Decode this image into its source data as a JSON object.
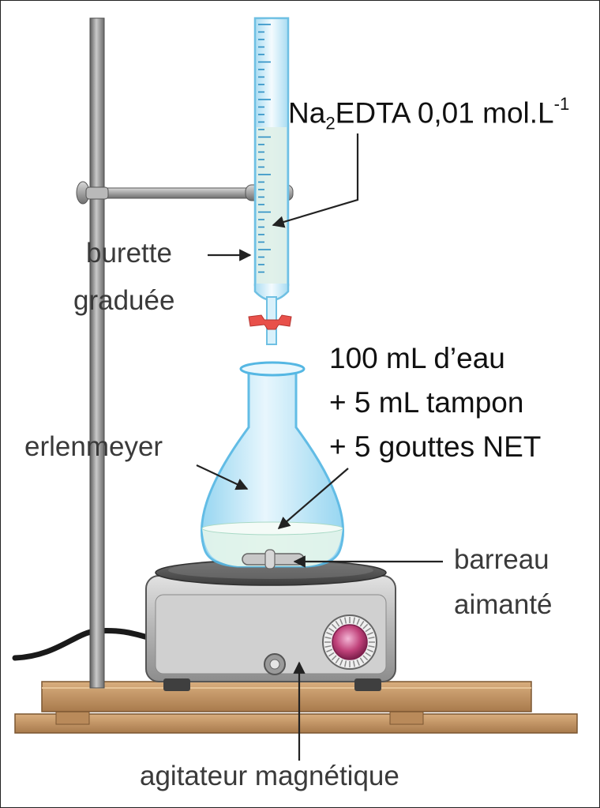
{
  "labels": {
    "reagent": {
      "pre": "Na",
      "sub": "2",
      "mid": "EDTA 0,01 mol.L",
      "sup": "-1"
    },
    "burette_line1": "burette",
    "burette_line2": "graduée",
    "solution_line1": "100 mL d’eau",
    "solution_line2": "+ 5 mL tampon",
    "solution_line3": "+ 5 gouttes NET",
    "erlenmeyer": "erlenmeyer",
    "stir_bar_line1": "barreau",
    "stir_bar_line2": "aimanté",
    "stirrer": "agitateur magnétique"
  },
  "colors": {
    "liquid": "#dff0e8",
    "glass": "#bfe6f7",
    "stopcock": "#e8504a",
    "knob": "#c0427a",
    "wood": "#c89b6a",
    "steel": "#8c8c8c"
  }
}
